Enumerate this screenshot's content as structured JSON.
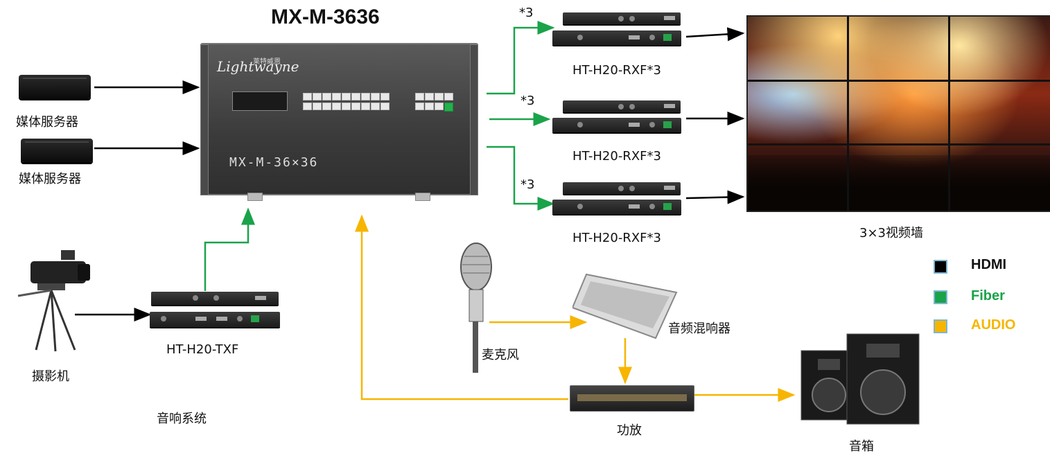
{
  "title": "MX-M-3636",
  "matrix": {
    "brand": "Lightwayne",
    "brand_cn": "莱特威恩",
    "model_text": "MX-M-36×36"
  },
  "sources": [
    {
      "label": "媒体服务器",
      "icon": "media-server-icon"
    },
    {
      "label": "媒体服务器",
      "icon": "media-server-icon"
    }
  ],
  "camera": {
    "label": "摄影机",
    "icon": "video-camera-icon"
  },
  "transmitter": {
    "label": "HT-H20-TXF"
  },
  "receivers": [
    {
      "label": "HT-H20-RXF*3",
      "count": "*3"
    },
    {
      "label": "HT-H20-RXF*3",
      "count": "*3"
    },
    {
      "label": "HT-H20-RXF*3",
      "count": "*3"
    }
  ],
  "video_wall": {
    "label": "3×3视频墙"
  },
  "audio": {
    "system_label": "音响系统",
    "microphone": "麦克风",
    "mixer": "音频混响器",
    "amplifier": "功放",
    "speaker": "音箱"
  },
  "legend": [
    {
      "label": "HDMI",
      "color": "#000000",
      "text_color": "#111111"
    },
    {
      "label": "Fiber",
      "color": "#1aa34a",
      "text_color": "#1aa34a"
    },
    {
      "label": "AUDIO",
      "color": "#f7b500",
      "text_color": "#f7b500"
    }
  ]
}
